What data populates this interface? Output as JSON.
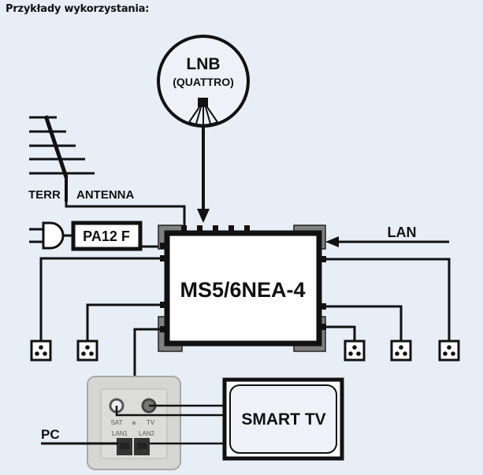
{
  "heading": "Przykłady wykorzystania:",
  "diagram": {
    "lnb": {
      "title": "LNB",
      "subtitle": "(QUATTRO)"
    },
    "terr_antenna": {
      "label_left": "TERR",
      "label_right": "ANTENNA"
    },
    "amplifier": {
      "label": "PA12 F"
    },
    "multiswitch": {
      "label": "MS5/6NEA-4"
    },
    "lan": {
      "label": "LAN"
    },
    "wall_socket": {
      "sat": "SAT",
      "tv": "TV",
      "lan1": "LAN1",
      "lan2": "LAN2"
    },
    "smart_tv": {
      "label": "SMART TV"
    },
    "pc": {
      "label": "PC"
    },
    "outlets_count": 5
  },
  "colors": {
    "background": "#e8eef6",
    "line": "#111111",
    "connector_gray": "#808080",
    "socket_plate": "#d6d6d2"
  }
}
